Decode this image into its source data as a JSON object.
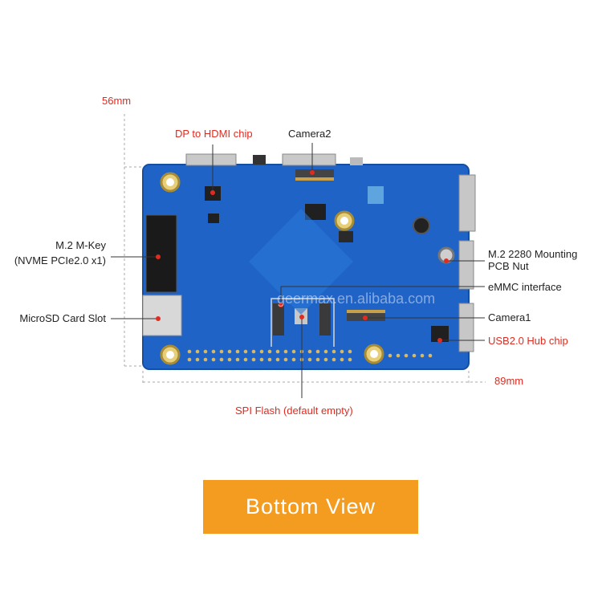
{
  "dimensions": {
    "height": "56mm",
    "width": "89mm"
  },
  "labels": {
    "dp_to_hdmi": "DP to HDMI chip",
    "camera2": "Camera2",
    "m2_mkey_line1": "M.2 M-Key",
    "m2_mkey_line2": "(NVME PCIe2.0 x1)",
    "microsd": "MicroSD Card Slot",
    "m2_nut_line1": "M.2 2280 Mounting",
    "m2_nut_line2": "PCB Nut",
    "emmc": "eMMC interface",
    "camera1": "Camera1",
    "usb_hub": "USB2.0 Hub chip",
    "spi_flash": "SPI Flash (default empty)"
  },
  "button": {
    "label": "Bottom View"
  },
  "watermark": "geermax.en.alibaba.com",
  "colors": {
    "highlight": "#e02b20",
    "button": "#f39c1f",
    "board": "#1f63c7"
  }
}
